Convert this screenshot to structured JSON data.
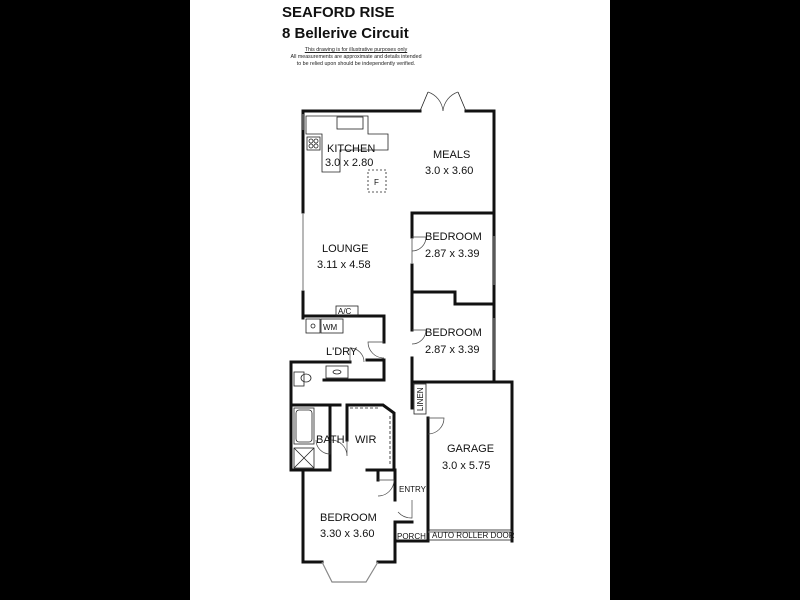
{
  "header": {
    "title_line1": "SEAFORD RISE",
    "title_line2": "8 Bellerive Circuit",
    "disclaimer_line1": "This drawing is for illustrative purposes only",
    "disclaimer_line2": "All measurements are approximate and details intended",
    "disclaimer_line3": "to be relied upon should be independently verified."
  },
  "rooms": {
    "kitchen": {
      "name": "KITCHEN",
      "dims": "3.0 x 2.80"
    },
    "meals": {
      "name": "MEALS",
      "dims": "3.0 x 3.60"
    },
    "lounge": {
      "name": "LOUNGE",
      "dims": "3.11 x 4.58"
    },
    "bedroom2": {
      "name": "BEDROOM",
      "dims": "2.87 x 3.39"
    },
    "bedroom3": {
      "name": "BEDROOM",
      "dims": "2.87 x 3.39"
    },
    "laundry": {
      "name": "L'DRY"
    },
    "garage": {
      "name": "GARAGE",
      "dims": "3.0 x 5.75"
    },
    "bath": {
      "name": "BATH"
    },
    "wir": {
      "name": "WIR"
    },
    "master": {
      "name": "BEDROOM",
      "dims": "3.30 x 3.60"
    }
  },
  "labels": {
    "fridge": "F",
    "ac": "A/C",
    "wm": "WM",
    "linen": "LINEN",
    "entry": "ENTRY",
    "porch": "PORCH",
    "roller_door": "AUTO ROLLER DOOR"
  }
}
